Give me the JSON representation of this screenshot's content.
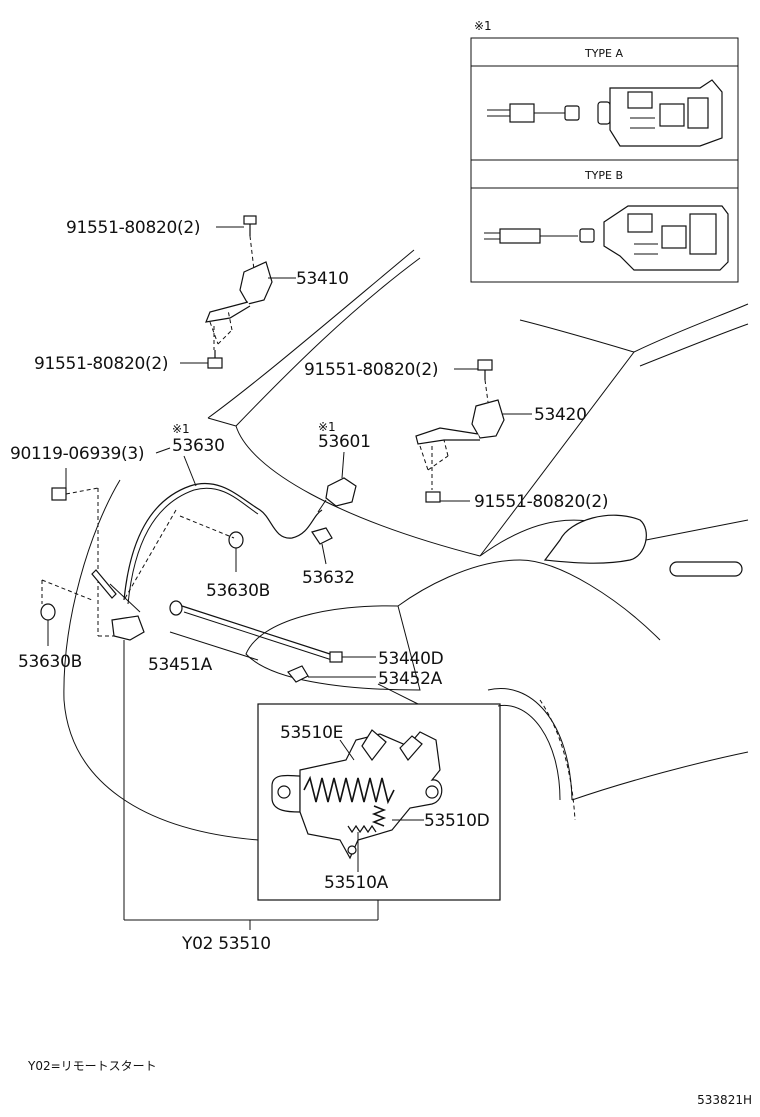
{
  "inset": {
    "note": "※1",
    "type_a": "TYPE A",
    "type_b": "TYPE B"
  },
  "callouts": {
    "bolt_upper_left": "91551-80820(2)",
    "hinge_left": "53410",
    "bolt_lower_left": "91551-80820(2)",
    "bolt_upper_right": "91551-80820(2)",
    "hinge_right": "53420",
    "bolt_lower_right": "91551-80820(2)",
    "cable_note": "※1",
    "cable": "53630",
    "screw": "90119-06939(3)",
    "switch_note": "※1",
    "switch": "53601",
    "clamp": "53632",
    "clip_center": "53630B",
    "clip_left": "53630B",
    "cushion": "53451A",
    "support_rod": "53440D",
    "rod_holder": "53452A",
    "lock_part_e": "53510E",
    "lock_part_d": "53510D",
    "lock_part_a": "53510A",
    "lock_assembly": "Y02 53510"
  },
  "footer": {
    "legend": "Y02=リモートスタート",
    "diagram_code": "533821H"
  }
}
